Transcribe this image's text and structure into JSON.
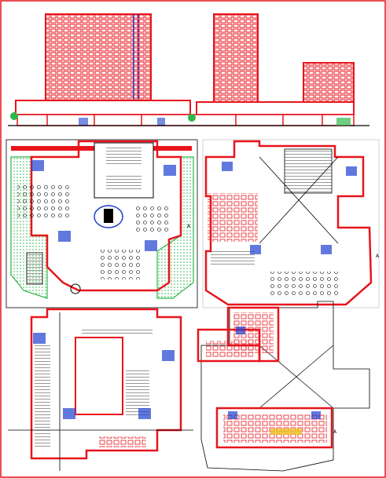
{
  "drawing": {
    "colors": {
      "wall": "#e8141c",
      "line": "#000000",
      "glass": "#1e40d0",
      "green": "#2fb84a",
      "paper": "#ffffff",
      "yellow": "#f0c020"
    },
    "views": [
      {
        "id": "elevation-main",
        "kind": "front-elevation"
      },
      {
        "id": "plan-ground",
        "kind": "ground-floor-plan"
      },
      {
        "id": "plan-first",
        "kind": "first-floor-plan"
      },
      {
        "id": "plan-basement",
        "kind": "basement-parking-plan"
      },
      {
        "id": "plan-typical",
        "kind": "typical-floor-plan"
      }
    ],
    "labels": {
      "ground_section_mark": "A",
      "first_section_mark": "A",
      "typical_section_mark": "A"
    }
  }
}
